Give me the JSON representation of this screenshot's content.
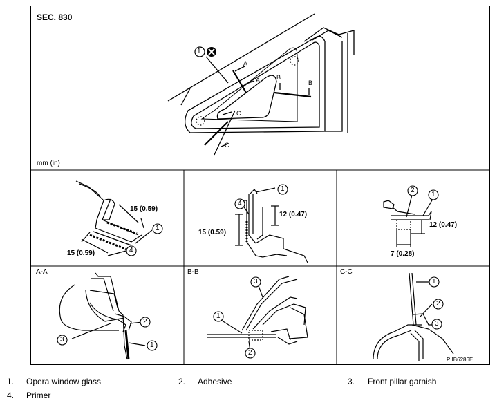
{
  "section_label": "SEC. 830",
  "units_note": "mm (in)",
  "image_code": "PIIB6286E",
  "section_labels": {
    "a": "A-A",
    "b": "B-B",
    "c": "C-C"
  },
  "cut_letters": {
    "a": "A",
    "b": "B",
    "c": "C"
  },
  "dimensions": {
    "d1": "15 (0.59)",
    "d2": "15 (0.59)",
    "d3": "12 (0.47)",
    "d4": "15 (0.59)",
    "d5": "12 (0.47)",
    "d6": "7 (0.28)"
  },
  "callout_numbers": [
    "1",
    "2",
    "3",
    "4"
  ],
  "legend": [
    {
      "num": "1.",
      "label": "Opera window glass"
    },
    {
      "num": "2.",
      "label": "Adhesive"
    },
    {
      "num": "3.",
      "label": "Front pillar garnish"
    },
    {
      "num": "4.",
      "label": "Primer"
    }
  ]
}
